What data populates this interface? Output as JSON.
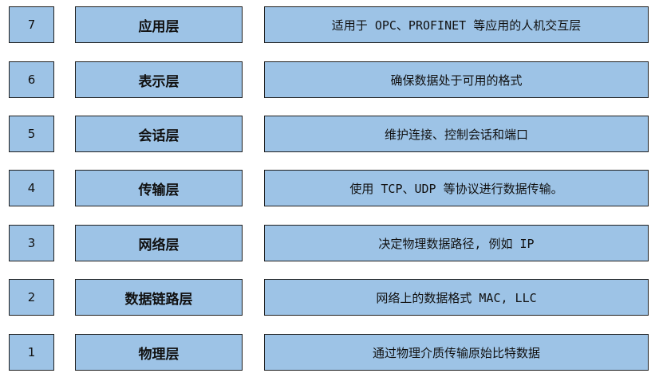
{
  "layers": [
    {
      "number": "7",
      "name": "应用层",
      "description": "适用于 OPC、PROFINET 等应用的人机交互层"
    },
    {
      "number": "6",
      "name": "表示层",
      "description": "确保数据处于可用的格式"
    },
    {
      "number": "5",
      "name": "会话层",
      "description": "维护连接、控制会话和端口"
    },
    {
      "number": "4",
      "name": "传输层",
      "description": "使用 TCP、UDP 等协议进行数据传输。"
    },
    {
      "number": "3",
      "name": "网络层",
      "description": "决定物理数据路径, 例如 IP"
    },
    {
      "number": "2",
      "name": "数据链路层",
      "description": "网络上的数据格式 MAC, LLC"
    },
    {
      "number": "1",
      "name": "物理层",
      "description": "通过物理介质传输原始比特数据"
    }
  ],
  "colors": {
    "cell_fill": "#9dc3e6",
    "cell_border": "#1f1f1f"
  }
}
